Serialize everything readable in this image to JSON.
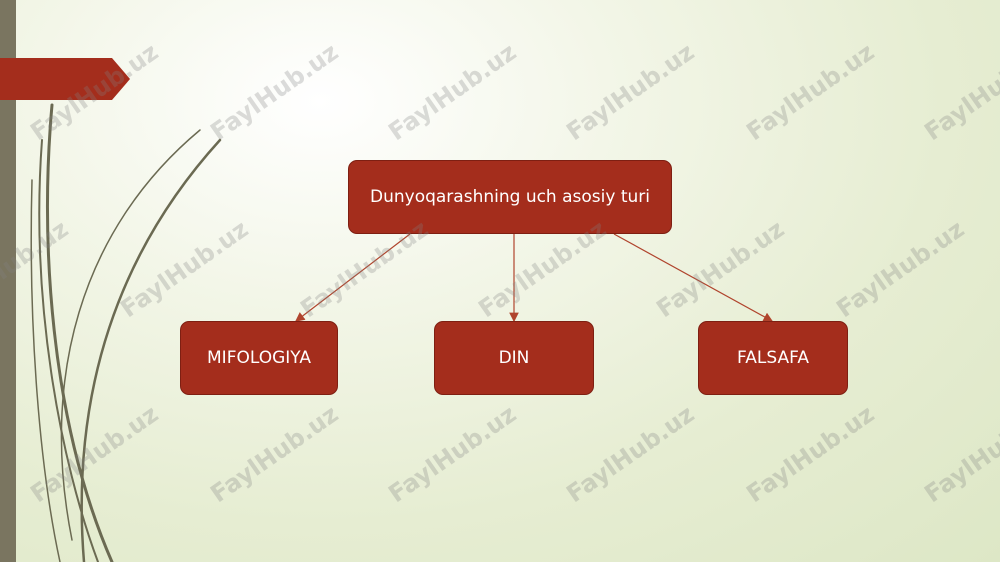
{
  "diagram": {
    "root": {
      "label": "Dunyoqarashning uch asosiy turi"
    },
    "children": [
      {
        "label": "MIFOLOGIYA"
      },
      {
        "label": "DIN"
      },
      {
        "label": "FALSAFA"
      }
    ]
  },
  "watermark": {
    "text": "FaylHub.uz"
  },
  "colors": {
    "node_fill": "#a42d1c",
    "node_border": "#7e1f12",
    "connector": "#b0442d",
    "background": "#e6edd2",
    "left_bar": "#7a7560"
  }
}
